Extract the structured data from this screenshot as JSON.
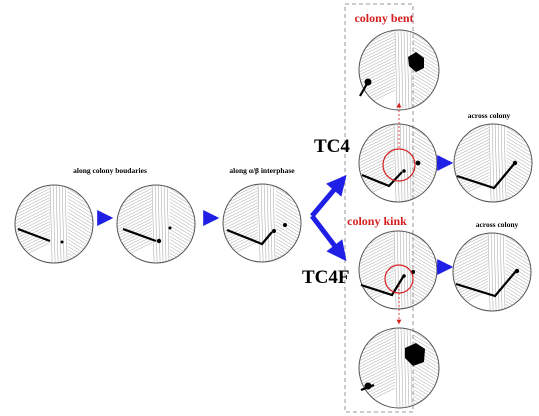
{
  "labels": {
    "along_colony_boundaries": "along colony boudaries",
    "along_interphase": "along α/β interphase",
    "tc4": "TC4",
    "tc4f": "TC4F",
    "colony_bent": "colony bent",
    "colony_kink": "colony kink",
    "across_colony_top": "across colony",
    "across_colony_bottom": "across colony"
  },
  "colors": {
    "arrow_blue": "#1f1fe6",
    "accent_red": "#d42020",
    "line_black": "#000000",
    "texture_gray": "#8a8a8a",
    "dashed_box": "#9a9a9a"
  }
}
